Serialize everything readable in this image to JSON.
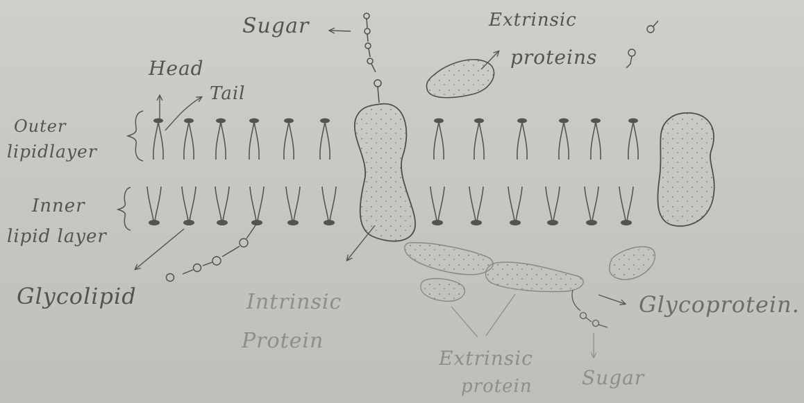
{
  "labels": {
    "sugar_top": "Sugar",
    "extrinsic_top_line1": "Extrinsic",
    "extrinsic_top_line2": "proteins",
    "head": "Head",
    "tail": "Tail",
    "outer_line1": "Outer",
    "outer_line2": "lipidlayer",
    "inner_line1": "Inner",
    "inner_line2": "lipid layer",
    "glycolipid": "Glycolipid",
    "intrinsic_line1": "Intrinsic",
    "intrinsic_line2": "Protein",
    "glycoprotein": "Glycoprotein.",
    "extrinsic_bottom_line1": "Extrinsic",
    "extrinsic_bottom_line2": "protein",
    "sugar_bottom": "Sugar"
  },
  "colors": {
    "paper": "#c9c8c4",
    "pencil": "#4f4d4a",
    "pencil_faint": "#8f8d89"
  }
}
